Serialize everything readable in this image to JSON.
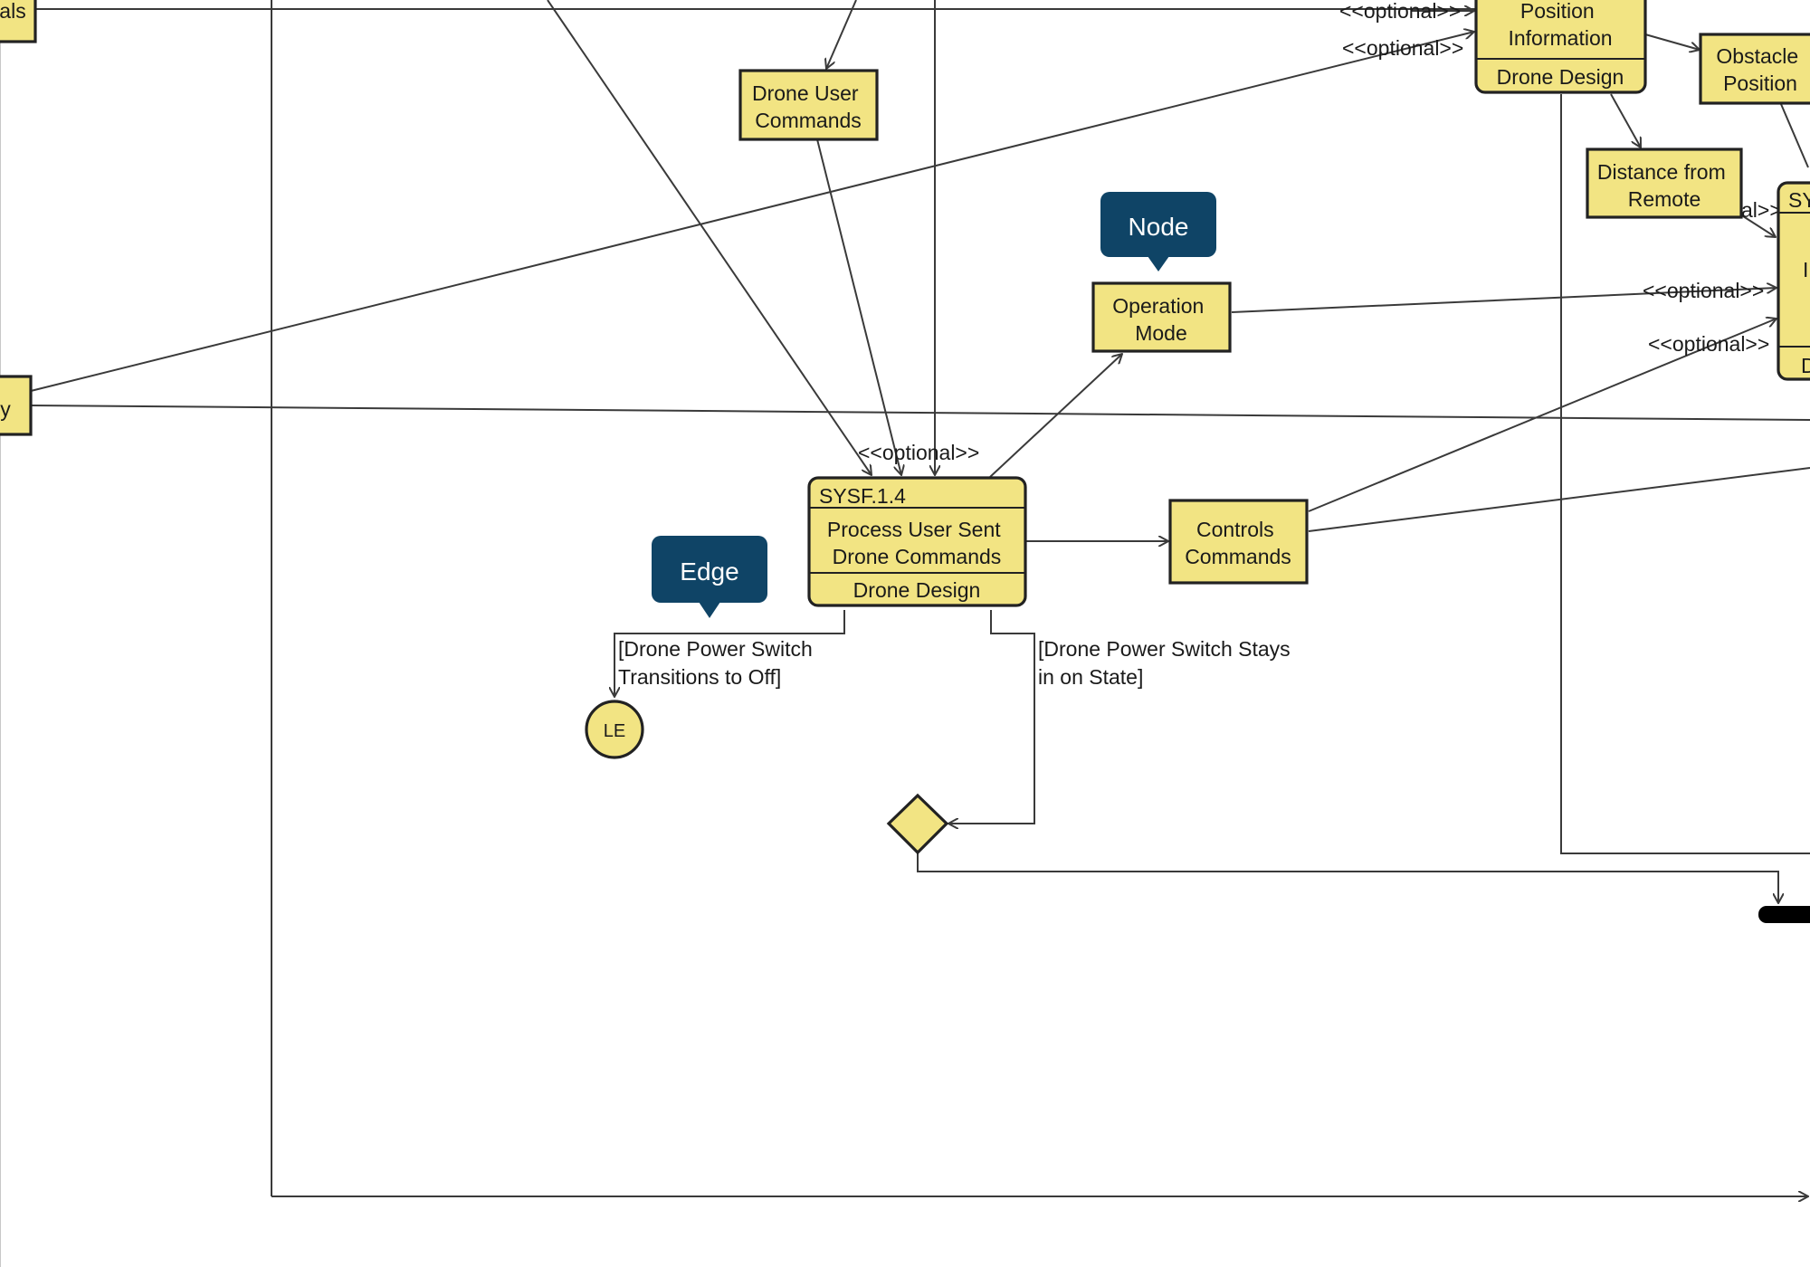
{
  "colors": {
    "node_fill": "#f2e483",
    "node_stroke": "#222222",
    "edge": "#3a3a3a",
    "callout": "#0f4466",
    "callout_text": "#ffffff",
    "background": "#ffffff"
  },
  "callouts": {
    "node": "Node",
    "edge": "Edge"
  },
  "nodes": {
    "signals_partial": "als",
    "y_partial": "y",
    "drone_user_commands": [
      "Drone User",
      "Commands"
    ],
    "position_information": {
      "lines": [
        "Position",
        "Information"
      ],
      "partition": "Drone Design"
    },
    "obstacle_position": [
      "Obstacle",
      "Position"
    ],
    "distance_from_remote": [
      "Distance from",
      "Remote"
    ],
    "operation_mode": [
      "Operation",
      "Mode"
    ],
    "right_action_partial": {
      "top": "SY",
      "middle": "I",
      "bottom": "D"
    },
    "process_action": {
      "id": "SYSF.1.4",
      "lines": [
        "Process User Sent",
        "Drone Commands"
      ],
      "partition": "Drone Design"
    },
    "controls_commands": [
      "Controls",
      "Commands"
    ],
    "final_node": "LE"
  },
  "edge_labels": {
    "optional_top_1": "<<optional>>",
    "optional_top_2": "<<optional>>",
    "optional_mid": "<<optional>>",
    "optional_right_1": "<<optional>>",
    "optional_right_2": "<<optional>>",
    "optional_right_3": "al>>",
    "guard_off": [
      "[Drone Power Switch",
      "Transitions to Off]"
    ],
    "guard_on": [
      "[Drone Power Switch Stays",
      "in on State]"
    ]
  }
}
